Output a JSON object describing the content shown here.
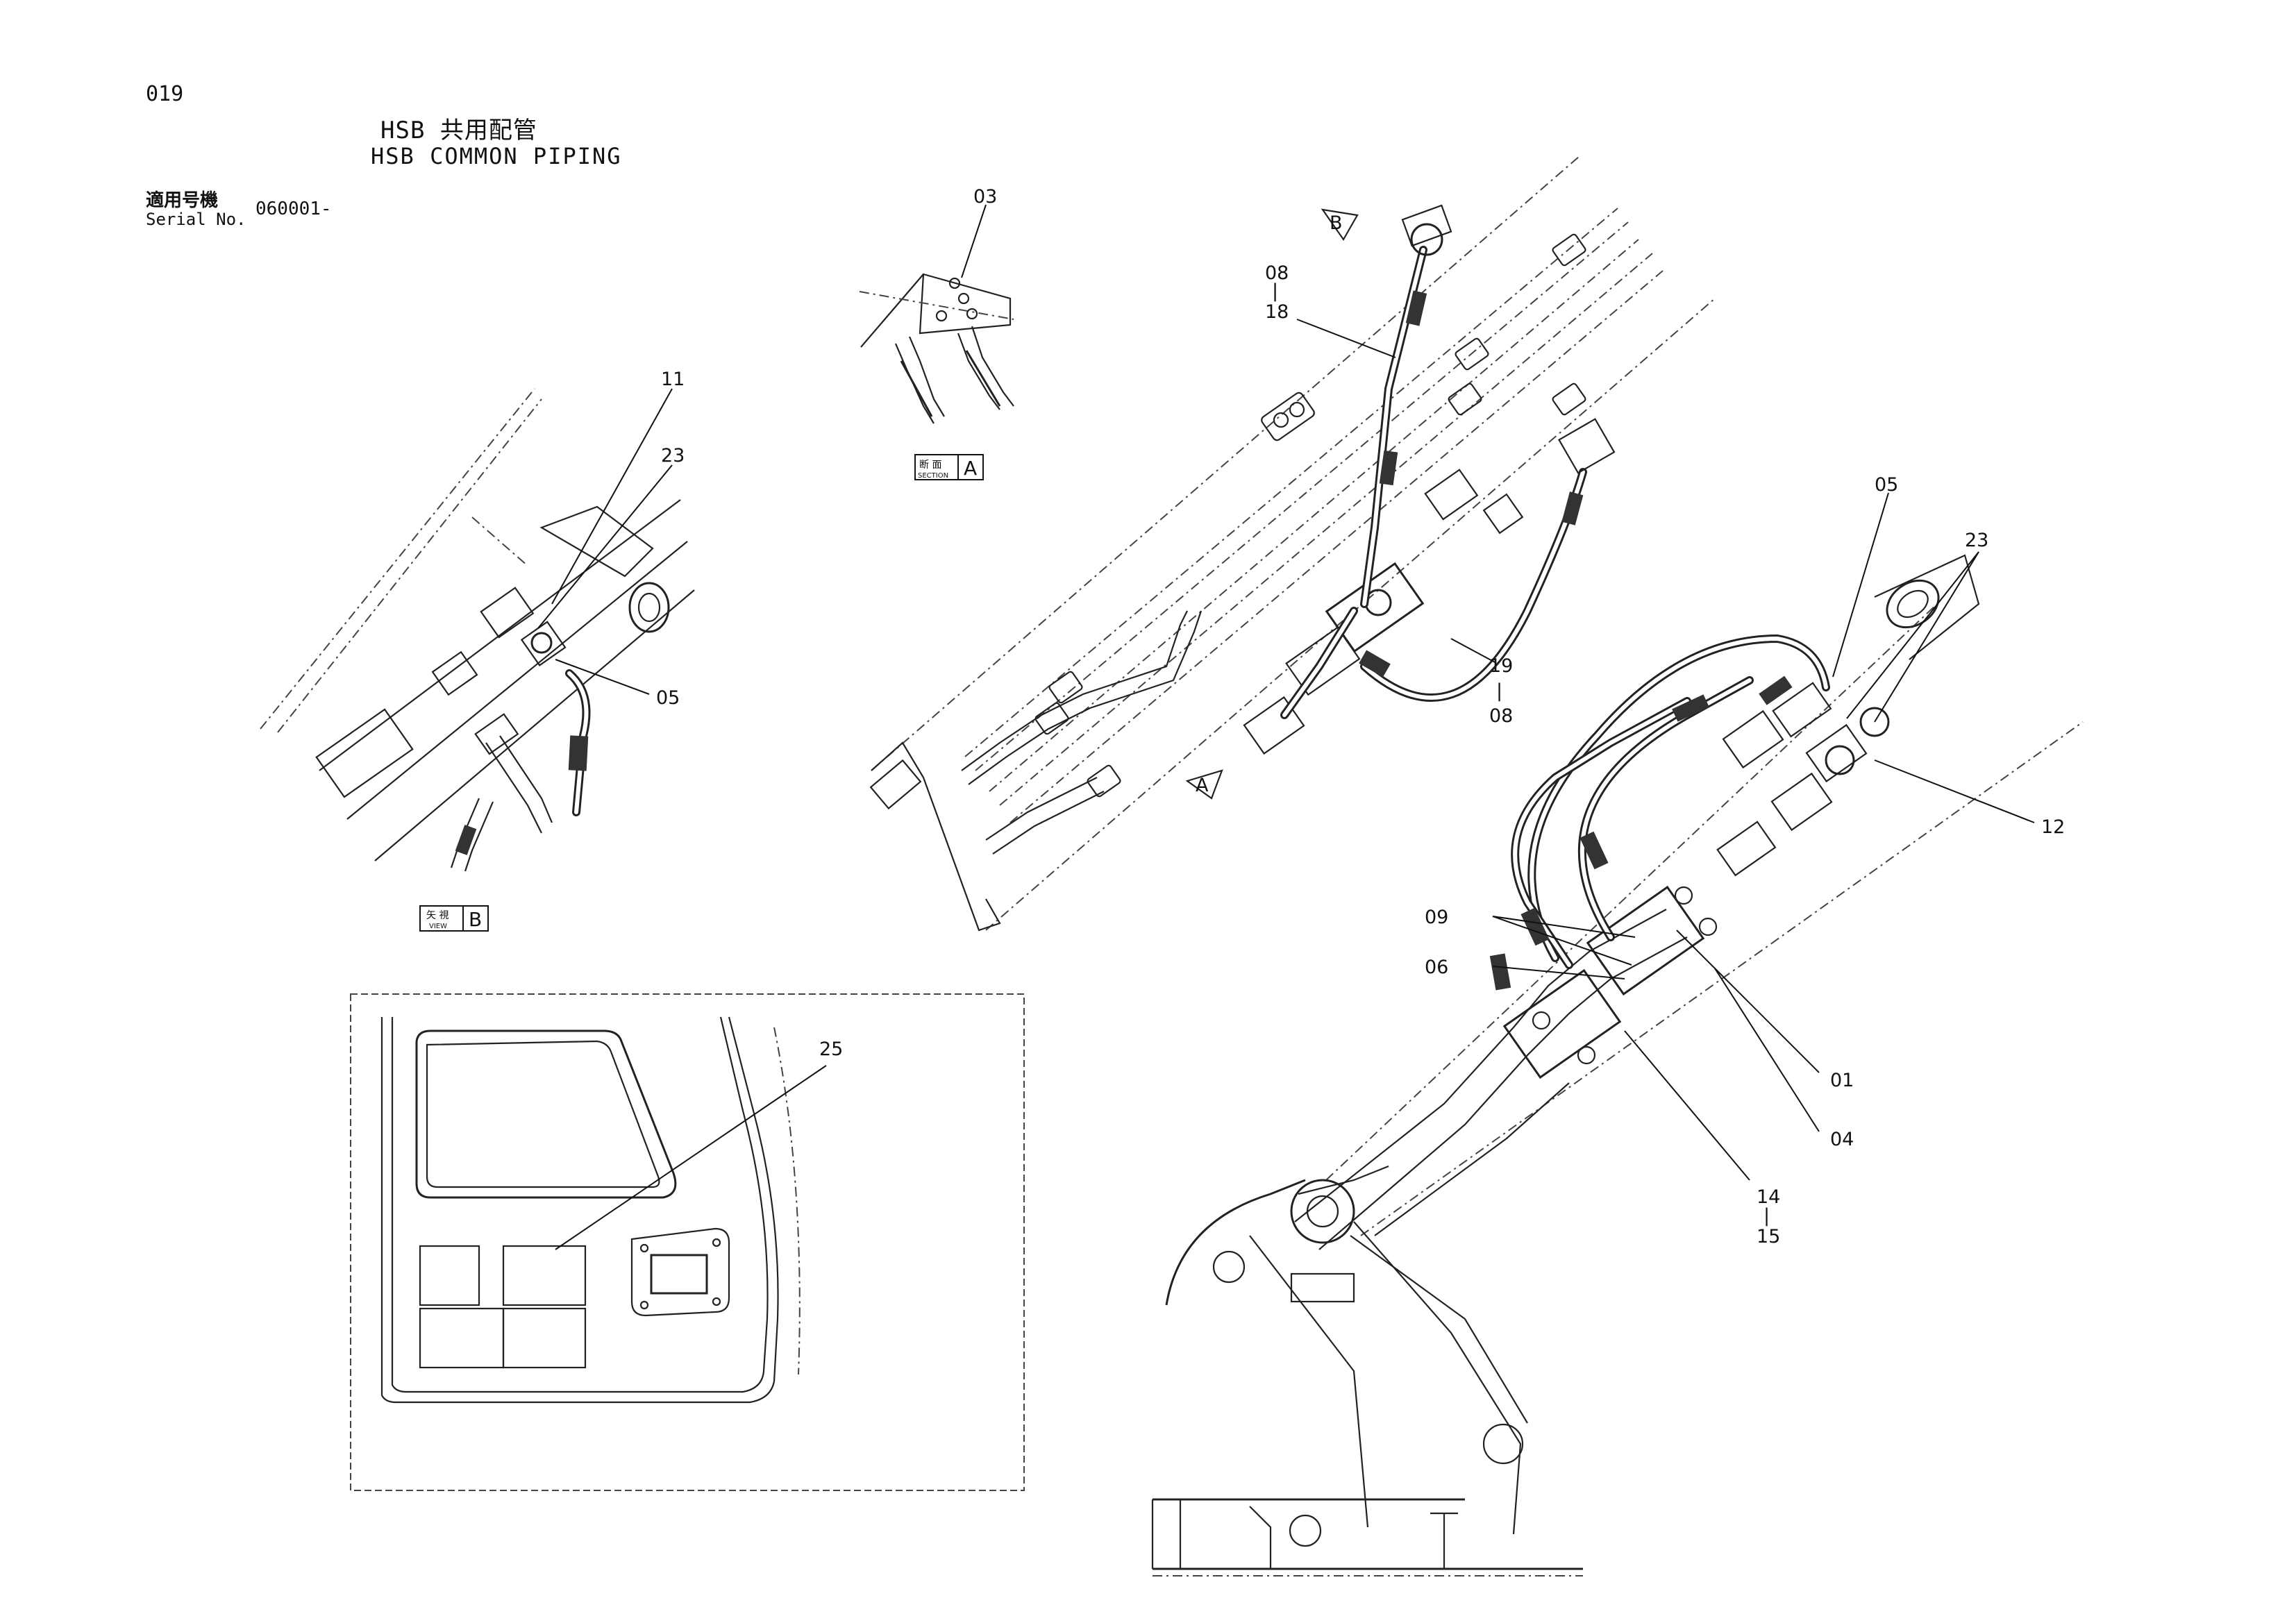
{
  "header": {
    "page_number": "019",
    "title_jp": "HSB 共用配管",
    "title_en": "HSB COMMON PIPING",
    "serial_label_jp": "適用号機",
    "serial_label_en": "Serial No.",
    "serial_value": "060001-"
  },
  "views": {
    "section_a": {
      "jp": "断 面",
      "en": "SECTION",
      "letter": "A"
    },
    "view_b": {
      "jp": "矢 視",
      "en": "VIEW",
      "letter": "B"
    },
    "arrow_a": "A",
    "arrow_b": "B"
  },
  "callouts": {
    "c03": "03",
    "c11": "11",
    "c23_left": "23",
    "c05_left": "05",
    "c08a_top": "08",
    "c18": "18",
    "c19": "19",
    "c08_bottom": "08",
    "c05_right": "05",
    "c23_right": "23",
    "c12": "12",
    "c09": "09",
    "c06": "06",
    "c01": "01",
    "c04": "04",
    "c14": "14",
    "c15": "15",
    "c25": "25",
    "dash": "|"
  }
}
